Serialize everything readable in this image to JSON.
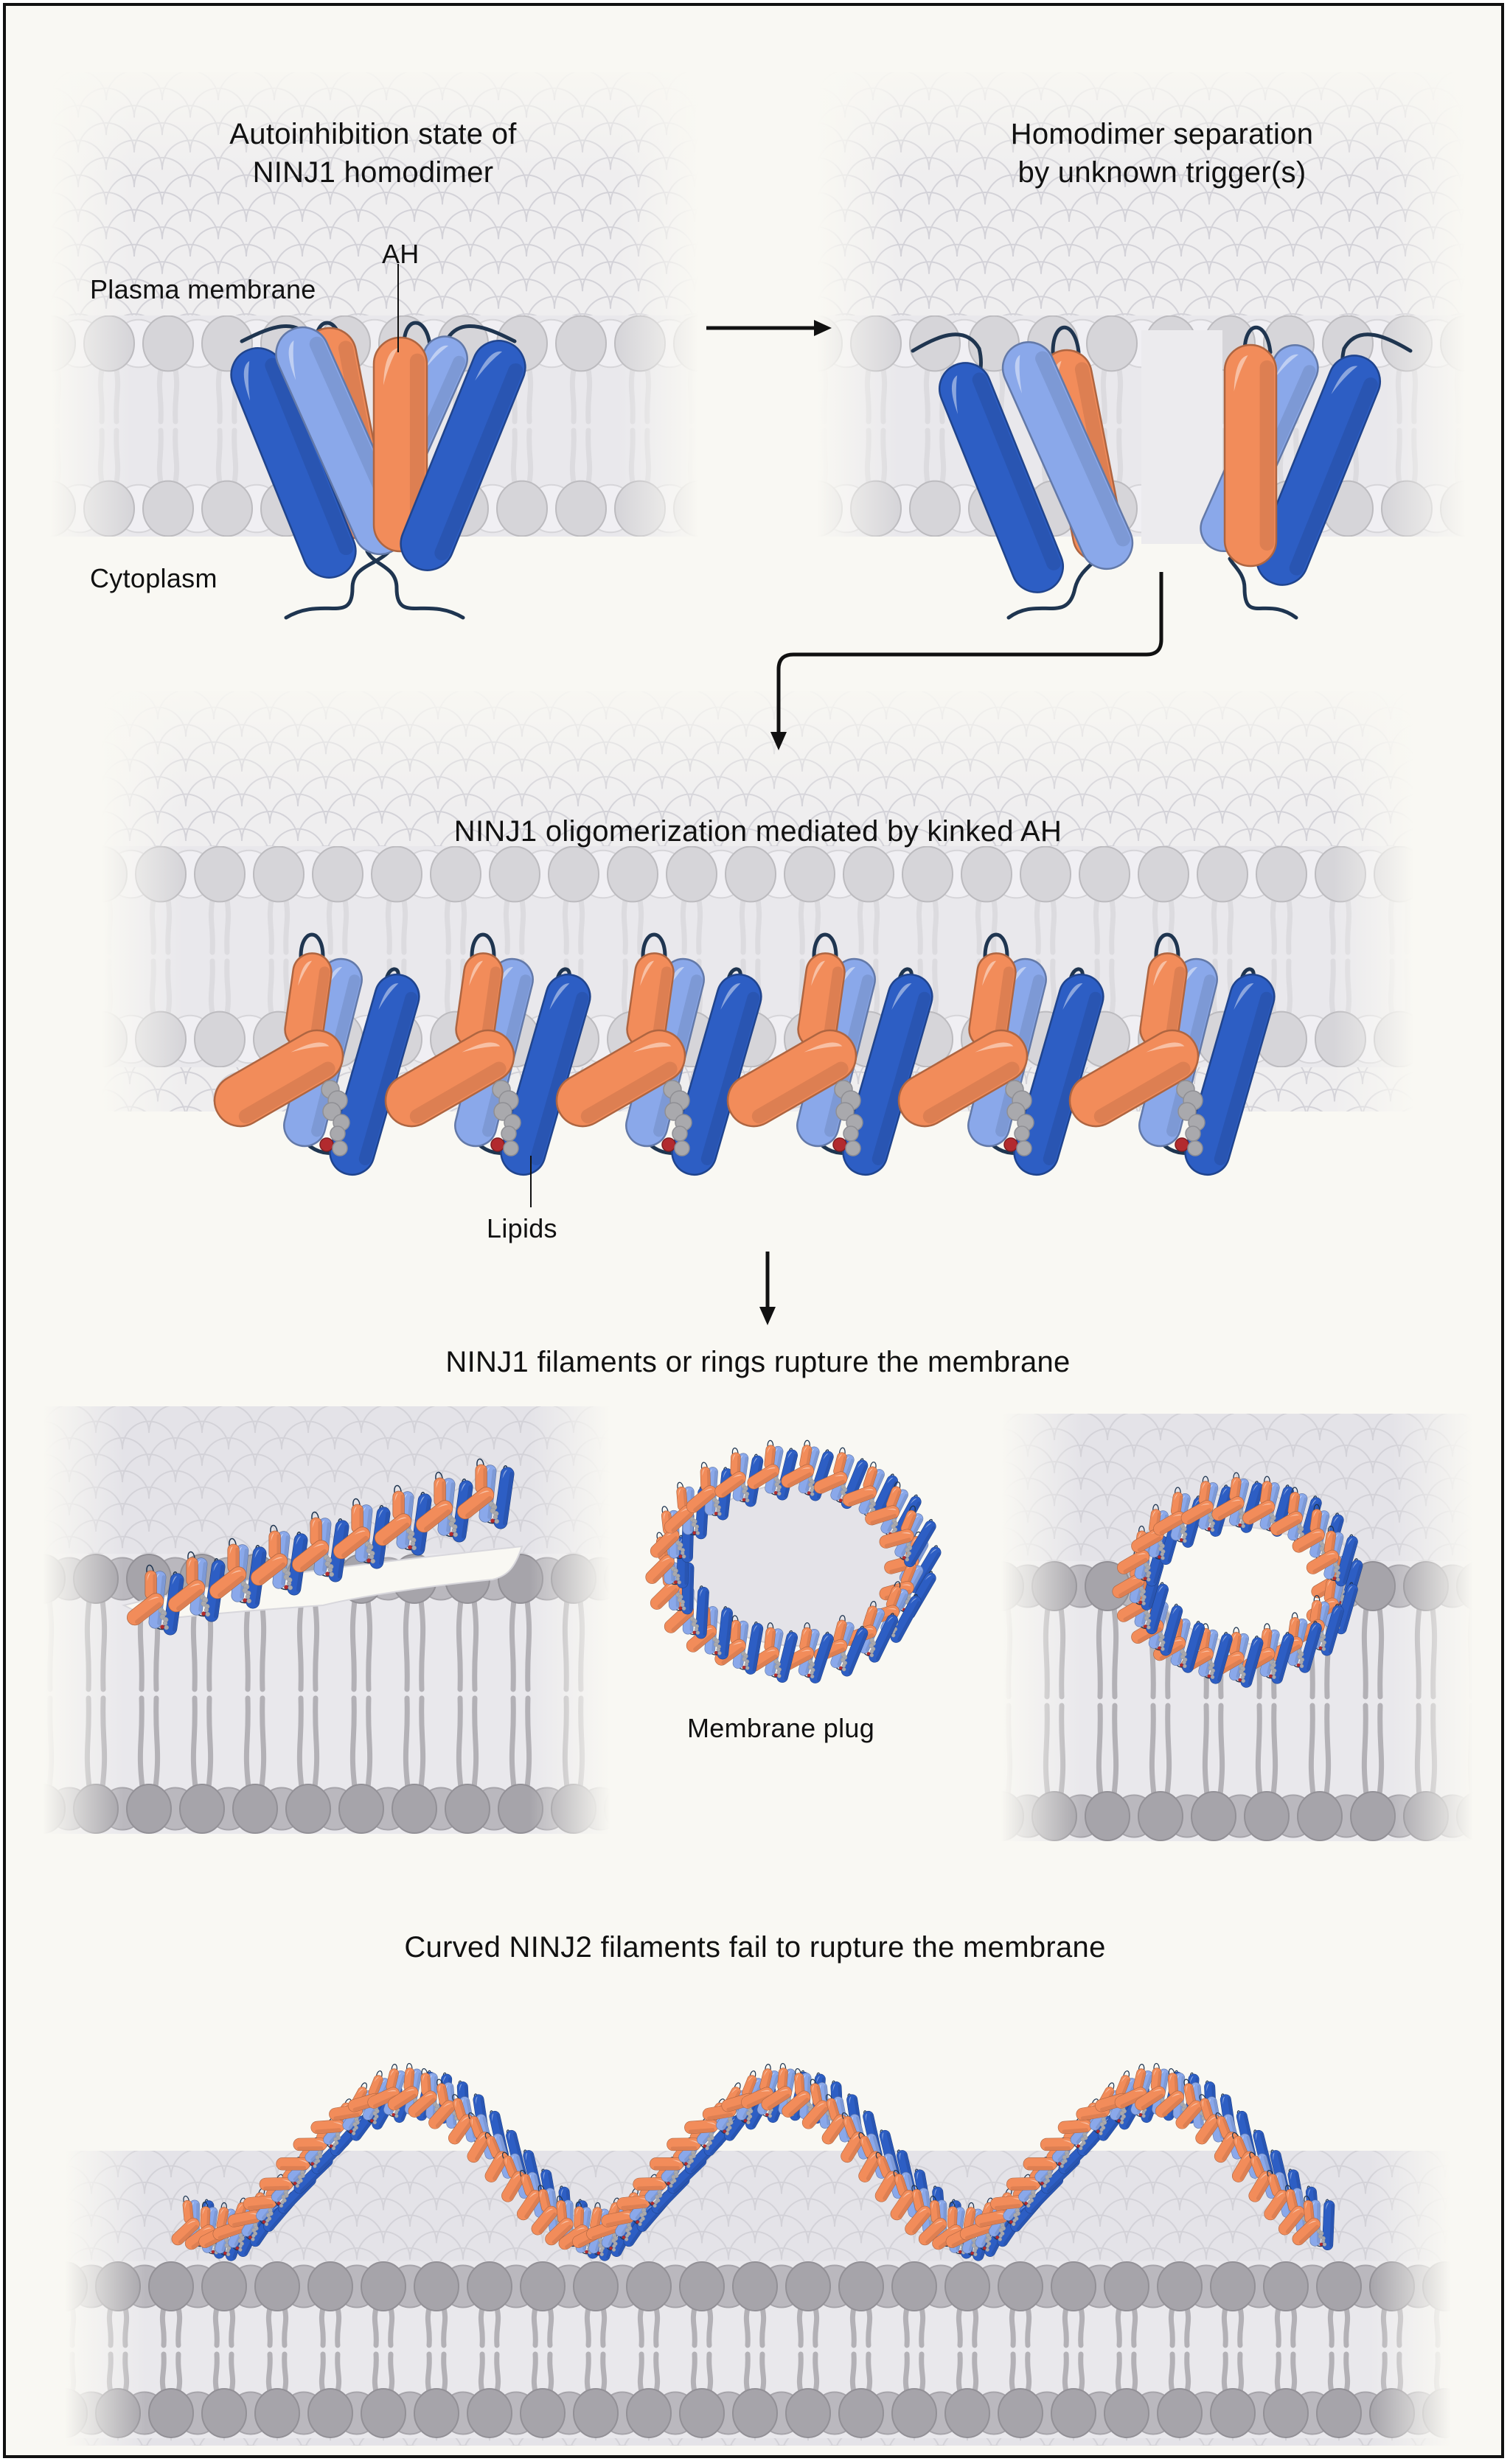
{
  "figure": {
    "panels": [
      {
        "id": "autoinhibition",
        "title_line1": "Autoinhibition state of",
        "title_line2": "NINJ1 homodimer",
        "labels": {
          "ah": "AH",
          "plasma_membrane": "Plasma membrane",
          "cytoplasm": "Cytoplasm"
        }
      },
      {
        "id": "separation",
        "title_line1": "Homodimer separation",
        "title_line2": "by unknown trigger(s)"
      },
      {
        "id": "oligomerization",
        "title": "NINJ1 oligomerization mediated by kinked AH",
        "labels": {
          "lipids": "Lipids"
        },
        "repeat_units": 6
      },
      {
        "id": "rupture",
        "title": "NINJ1 filaments or rings rupture the membrane",
        "labels": {
          "membrane_plug": "Membrane plug"
        },
        "subpanels": [
          "filament-lesion",
          "membrane-plug-ring",
          "ring-lesion"
        ]
      },
      {
        "id": "ninj2",
        "title": "Curved NINJ2 filaments fail to rupture the membrane",
        "wave_periods": 3
      }
    ],
    "arrows": [
      {
        "from": "autoinhibition",
        "to": "separation",
        "direction": "right"
      },
      {
        "from": "separation",
        "to": "oligomerization",
        "direction": "down-elbow"
      },
      {
        "from": "oligomerization",
        "to": "rupture",
        "direction": "down"
      }
    ],
    "legend_colors": {
      "background": "#f9f8f3",
      "helix_dark_blue": "#2d5ec4",
      "helix_light_blue": "#8aa8ea",
      "amphipathic_helix_orange": "#f28c5a",
      "loop_navy": "#1f3550",
      "lipid_head_light": "#d6d5d9",
      "lipid_head_dark": "#a6a4aa",
      "lipid_molecule_gray": "#a9a9ad",
      "lipid_headgroup_red": "#b22a2e",
      "membrane_surface": "#e4e3e8",
      "arrow": "#111111"
    }
  }
}
